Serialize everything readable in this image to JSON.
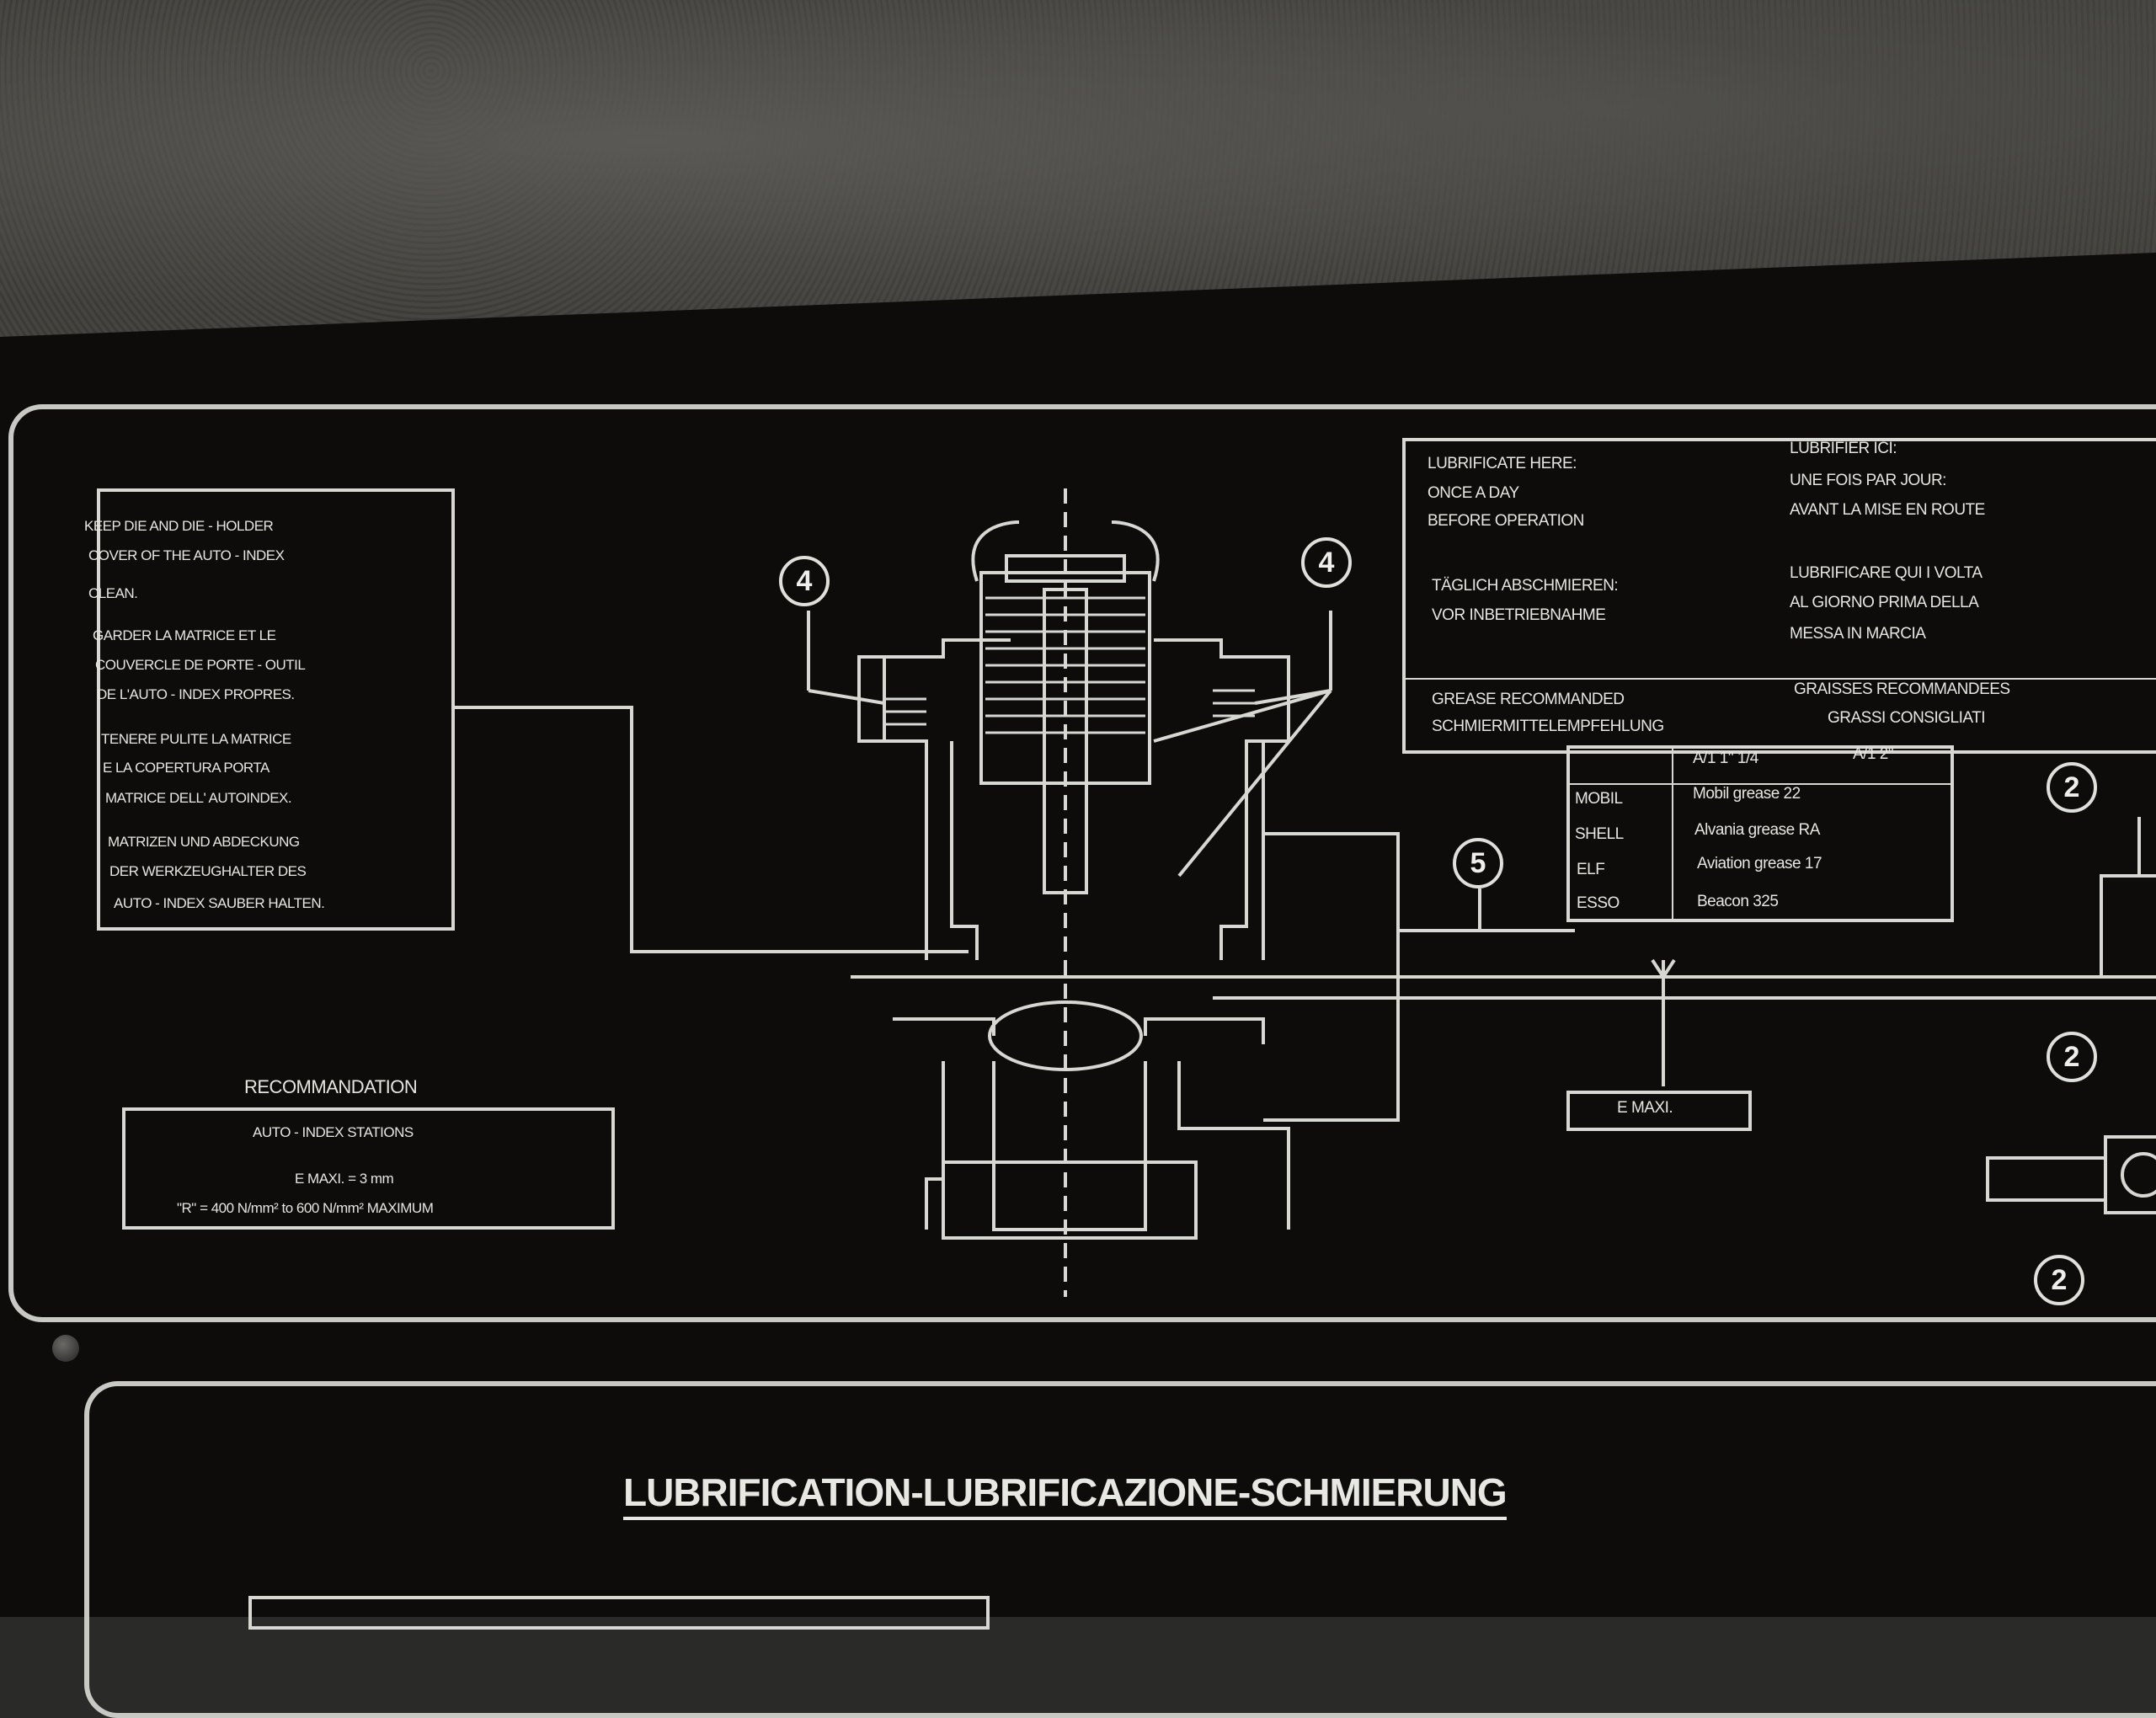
{
  "keep_box": {
    "lines": [
      "KEEP DIE AND DIE - HOLDER",
      "COVER OF THE AUTO - INDEX",
      "CLEAN.",
      "GARDER LA MATRICE ET LE",
      "COUVERCLE DE PORTE - OUTIL",
      "DE L'AUTO - INDEX PROPRES.",
      "TENERE PULITE LA MATRICE",
      "E LA COPERTURA PORTA",
      "MATRICE DELL' AUTOINDEX.",
      "MATRIZEN UND ABDECKUNG",
      "DER WERKZEUGHALTER DES",
      "AUTO - INDEX SAUBER HALTEN."
    ]
  },
  "recommendation": {
    "title": "RECOMMANDATION",
    "line1": "AUTO - INDEX STATIONS",
    "line2": "E MAXI. = 3 mm",
    "line3": "\"R\" = 400 N/mm² to 600 N/mm² MAXIMUM"
  },
  "lubricate_box": {
    "en1": "LUBRIFICATE HERE:",
    "en2": "ONCE A DAY",
    "en3": "BEFORE OPERATION",
    "fr1": "LUBRIFIER ICI:",
    "fr2": "UNE FOIS PAR JOUR:",
    "fr3": "AVANT LA MISE EN ROUTE",
    "de1": "TÄGLICH ABSCHMIEREN:",
    "de2": "VOR INBETRIEBNAHME",
    "it1": "LUBRIFICARE QUI I VOLTA",
    "it2": "AL GIORNO PRIMA DELLA",
    "it3": "MESSA IN MARCIA",
    "grease_en": "GREASE RECOMMANDED",
    "grease_de": "SCHMIERMITTELEMPFEHLUNG",
    "grease_fr": "GRAISSES RECOMMANDEES",
    "grease_it": "GRASSI CONSIGLIATI"
  },
  "grease_table": {
    "headers": [
      "A/1 1\" 1/4",
      "A/1 2\""
    ],
    "rows": [
      {
        "brand": "MOBIL",
        "product": "Mobil grease 22"
      },
      {
        "brand": "SHELL",
        "product": "Alvania grease RA"
      },
      {
        "brand": "ELF",
        "product": "Aviation grease 17"
      },
      {
        "brand": "ESSO",
        "product": "Beacon 325"
      }
    ]
  },
  "labels": {
    "emaxi": "E MAXI.",
    "num4": "4",
    "num5": "5",
    "num2": "2"
  },
  "bottom_title": "LUBRIFICATION-LUBRIFICAZIONE-SCHMIERUNG",
  "colors": {
    "board": "#0d0c0b",
    "line": "#d8d8d2",
    "wall": "#3f3e3b"
  }
}
